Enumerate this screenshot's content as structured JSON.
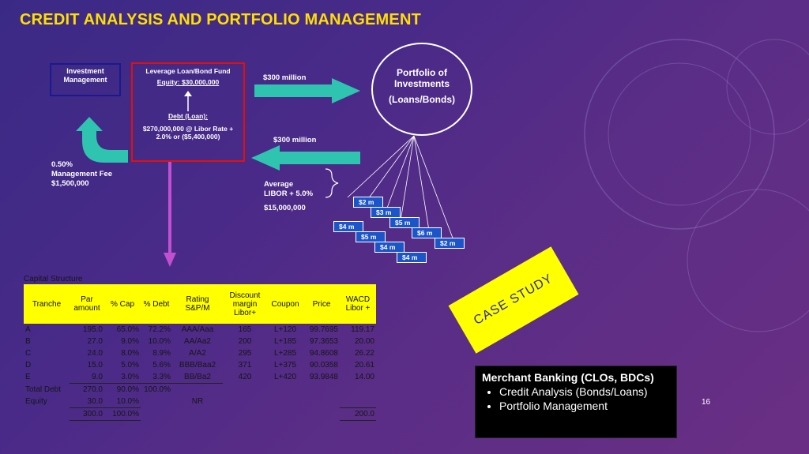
{
  "title": "CREDIT ANALYSIS AND PORTFOLIO MANAGEMENT",
  "investment_management": {
    "line1": "Investment",
    "line2": "Management"
  },
  "fund": {
    "title": "Leverage Loan/Bond Fund",
    "equity": "Equity: $30,000,000",
    "debt_label": "Debt (Loan):",
    "debt_line1": "$270,000,000 @ Libor Rate +",
    "debt_line2": "2.0% or ($5,400,000)"
  },
  "flow_top": "$300 million",
  "flow_bottom": "$300 million",
  "portfolio": {
    "line1": "Portfolio of",
    "line2": "Investments",
    "line3": "(Loans/Bonds)"
  },
  "fee": {
    "line1": "0.50%",
    "line2": "Management Fee",
    "line3": "$1,500,000"
  },
  "libor": {
    "line1": "Average",
    "line2": "LIBOR + 5.0%",
    "line3": "$15,000,000"
  },
  "loans": [
    "$2 m",
    "$3 m",
    "$5 m",
    "$6 m",
    "$2 m",
    "$4 m",
    "$5 m",
    "$4 m",
    "$4 m"
  ],
  "capital_structure": {
    "caption": "Capital Structure",
    "headers": [
      "Tranche",
      "Par amount",
      "% Cap",
      "% Debt",
      "Rating S&P/M",
      "Discount margin Libor+",
      "Coupon",
      "Price",
      "WACD Libor +"
    ],
    "rows": [
      [
        "A",
        "195.0",
        "65.0%",
        "72.2%",
        "AAA/Aaa",
        "165",
        "L+120",
        "99.7695",
        "119.17"
      ],
      [
        "B",
        "27.0",
        "9.0%",
        "10.0%",
        "AA/Aa2",
        "200",
        "L+185",
        "97.3653",
        "20.00"
      ],
      [
        "C",
        "24.0",
        "8.0%",
        "8.9%",
        "A/A2",
        "295",
        "L+285",
        "94.8608",
        "26.22"
      ],
      [
        "D",
        "15.0",
        "5.0%",
        "5.6%",
        "BBB/Baa2",
        "371",
        "L+375",
        "90.0358",
        "20.61"
      ],
      [
        "E",
        "9.0",
        "3.0%",
        "3.3%",
        "BB/Ba2",
        "420",
        "L+420",
        "93.9848",
        "14.00"
      ]
    ],
    "total_debt": [
      "Total Debt",
      "270.0",
      "90.0%",
      "100.0%"
    ],
    "equity": [
      "Equity",
      "30.0",
      "10.0%",
      "NR"
    ],
    "total": [
      "300.0",
      "100.0%",
      "200.0"
    ]
  },
  "case_study": "CASE STUDY",
  "merchant_banking": {
    "heading": "Merchant Banking (CLOs, BDCs)",
    "bullets": [
      "Credit Analysis (Bonds/Loans)",
      "Portfolio Management"
    ]
  },
  "page_number": "16",
  "colors": {
    "title": "#ffdf00",
    "teal_arrow": "#2ec4b0",
    "purple_arrow": "#c050d0",
    "loan_box": "#1c55c8",
    "highlight": "#ffff00"
  }
}
